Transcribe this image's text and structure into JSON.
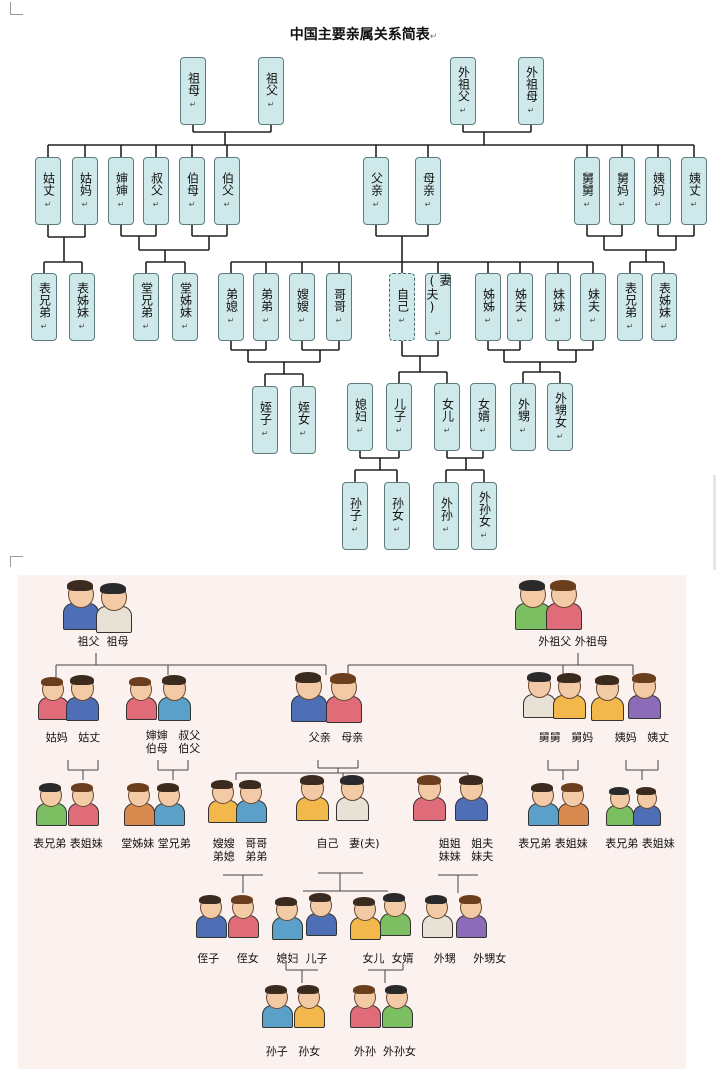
{
  "title": "中国主要亲属关系简表",
  "para_mark": "↵",
  "box_mark": "↵",
  "top_boxes": [
    {
      "id": "zumu",
      "text": "祖母"
    },
    {
      "id": "zufu",
      "text": "祖父"
    },
    {
      "id": "waizufu",
      "text": "外祖父"
    },
    {
      "id": "waizumu",
      "text": "外祖母"
    },
    {
      "id": "guzhang",
      "text": "姑丈"
    },
    {
      "id": "guma",
      "text": "姑妈"
    },
    {
      "id": "shenshen",
      "text": "婶婶"
    },
    {
      "id": "shufu",
      "text": "叔父"
    },
    {
      "id": "bomu",
      "text": "伯母"
    },
    {
      "id": "bofu",
      "text": "伯父"
    },
    {
      "id": "fuqin",
      "text": "父亲"
    },
    {
      "id": "muqin",
      "text": "母亲"
    },
    {
      "id": "jiujiu",
      "text": "舅舅"
    },
    {
      "id": "jiuma",
      "text": "舅妈"
    },
    {
      "id": "yima",
      "text": "姨妈"
    },
    {
      "id": "yizhang",
      "text": "姨丈"
    },
    {
      "id": "biaoxiongdi",
      "text": "表兄弟"
    },
    {
      "id": "biaojiemei",
      "text": "表姊妹"
    },
    {
      "id": "tangxiongdi",
      "text": "堂兄弟"
    },
    {
      "id": "tangjiemei",
      "text": "堂姊妹"
    },
    {
      "id": "dixi",
      "text": "弟媳"
    },
    {
      "id": "didi",
      "text": "弟弟"
    },
    {
      "id": "saosao",
      "text": "嫂嫂"
    },
    {
      "id": "gege",
      "text": "哥哥"
    },
    {
      "id": "ziji",
      "text": "自己"
    },
    {
      "id": "qifu",
      "text": "妻(夫)"
    },
    {
      "id": "jiejie",
      "text": "姊姊"
    },
    {
      "id": "jiefu",
      "text": "姊夫"
    },
    {
      "id": "meimei",
      "text": "妹妹"
    },
    {
      "id": "meifu",
      "text": "妹夫"
    },
    {
      "id": "biaoxiongdi2",
      "text": "表兄弟"
    },
    {
      "id": "biaojiemei2",
      "text": "表姊妹"
    },
    {
      "id": "zhizi",
      "text": "姪子"
    },
    {
      "id": "zhinv",
      "text": "姪女"
    },
    {
      "id": "xifu",
      "text": "媳妇"
    },
    {
      "id": "erzi",
      "text": "儿子"
    },
    {
      "id": "nver",
      "text": "女儿"
    },
    {
      "id": "nvxu",
      "text": "女婿"
    },
    {
      "id": "waisheng",
      "text": "外甥"
    },
    {
      "id": "waishengnv",
      "text": "外甥女"
    },
    {
      "id": "sunzi",
      "text": "孙子"
    },
    {
      "id": "sunnv",
      "text": "孙女"
    },
    {
      "id": "waisun",
      "text": "外孙"
    },
    {
      "id": "waisunnv",
      "text": "外孙女"
    }
  ],
  "bottom_labels": [
    {
      "id": "b_zufu_zumu",
      "text": "祖父  祖母"
    },
    {
      "id": "b_waizu",
      "text": "外祖父 外祖母"
    },
    {
      "id": "b_guma_guzhang",
      "text": "姑妈   姑丈"
    },
    {
      "id": "b_shenshen",
      "text": "婶婶   叔父\n伯母   伯父"
    },
    {
      "id": "b_fumu",
      "text": "父亲   母亲"
    },
    {
      "id": "b_jiu",
      "text": "舅舅   舅妈"
    },
    {
      "id": "b_yi",
      "text": "姨妈   姨丈"
    },
    {
      "id": "b_biao1",
      "text": "表兄弟 表姐妹"
    },
    {
      "id": "b_tang",
      "text": "堂姊妹 堂兄弟"
    },
    {
      "id": "b_sao",
      "text": "嫂嫂   哥哥\n弟媳   弟弟"
    },
    {
      "id": "b_ziji",
      "text": "自己   妻(夫)"
    },
    {
      "id": "b_jie",
      "text": "姐姐   姐夫\n妹妹   妹夫"
    },
    {
      "id": "b_biao2",
      "text": "表兄弟 表姐妹"
    },
    {
      "id": "b_biao3",
      "text": "表兄弟 表姐妹"
    },
    {
      "id": "b_zhi",
      "text": "侄子     侄女"
    },
    {
      "id": "b_xifu",
      "text": "媳妇  儿子"
    },
    {
      "id": "b_nver",
      "text": "女儿  女婿"
    },
    {
      "id": "b_waisheng",
      "text": "外甥     外甥女"
    },
    {
      "id": "b_sun",
      "text": "孙子   孙女"
    },
    {
      "id": "b_waisun",
      "text": "外孙  外孙女"
    }
  ]
}
